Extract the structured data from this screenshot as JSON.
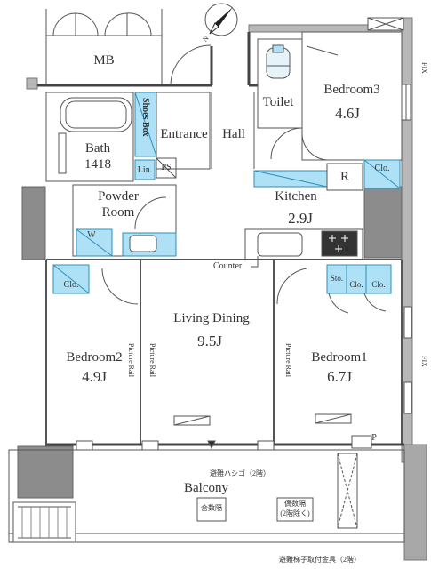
{
  "rooms": {
    "mb": "MB",
    "bedroom3": {
      "name": "Bedroom3",
      "area": "4.6J"
    },
    "toilet": "Toilet",
    "entrance": "Entrance",
    "hall": "Hall",
    "bath": {
      "name": "Bath",
      "size": "1418"
    },
    "shoes_box": "Shoes Box",
    "lin": "Lin.",
    "ps": "PS",
    "powder_room": {
      "line1": "Powder",
      "line2": "Room"
    },
    "w": "W",
    "kitchen": {
      "name": "Kitchen",
      "area": "2.9J"
    },
    "r": "R",
    "clo_bedroom3": "Clo.",
    "counter": "Counter",
    "living_dining": {
      "name": "Living Dining",
      "area": "9.5J"
    },
    "clo_bedroom2": "Clo.",
    "bedroom2": {
      "name": "Bedroom2",
      "area": "4.9J"
    },
    "sto": "Sto.",
    "clo_bedroom1_a": "Clo.",
    "clo_bedroom1_b": "Clo.",
    "bedroom1": {
      "name": "Bedroom1",
      "area": "6.7J"
    },
    "picture_rail": "Picture Rail",
    "fix": "FIX",
    "p": "P",
    "balcony": "Balcony",
    "escape_ladder": "避難ハシゴ（2階）",
    "partition_1": "合数隔",
    "partition_2": {
      "line1": "偶数隔",
      "line2": "(2階除く)"
    },
    "escape_ladder_fitting": "避難梯子取付金具（2階）"
  },
  "compass": {
    "label": "N"
  }
}
